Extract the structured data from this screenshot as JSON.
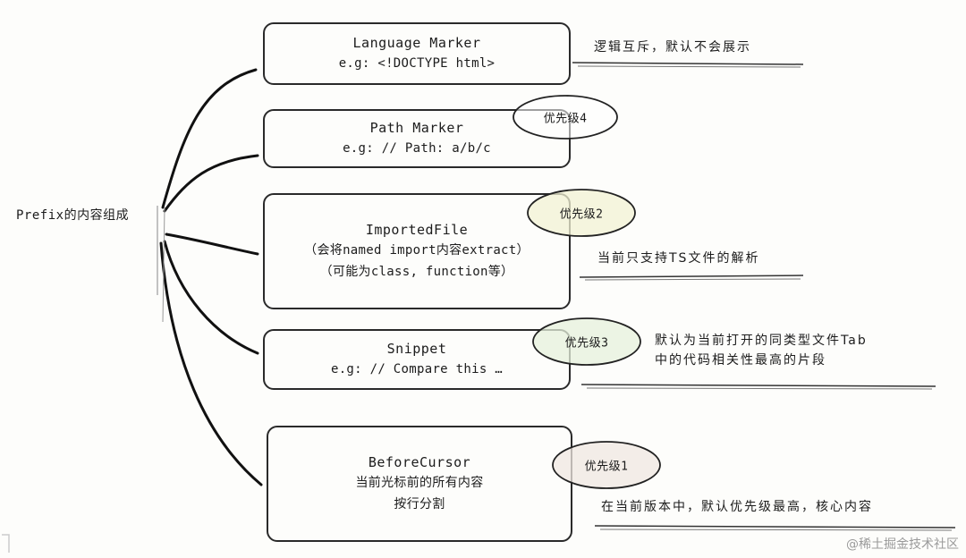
{
  "root": {
    "label": "Prefix的内容组成"
  },
  "nodes": [
    {
      "title": "Language Marker",
      "lines": [
        "e.g: <!DOCTYPE html>"
      ]
    },
    {
      "title": "Path Marker",
      "lines": [
        "e.g: // Path: a/b/c"
      ]
    },
    {
      "title": "ImportedFile",
      "lines": [
        "（会将named import内容extract）",
        "（可能为class, function等）"
      ]
    },
    {
      "title": "Snippet",
      "lines": [
        "e.g: // Compare this …"
      ]
    },
    {
      "title": "BeforeCursor",
      "lines": [
        "当前光标前的所有内容",
        "按行分割"
      ]
    }
  ],
  "priorities": [
    {
      "label": "优先级4",
      "fill": "#ffffff"
    },
    {
      "label": "优先级2",
      "fill": "#f2f2d4"
    },
    {
      "label": "优先级3",
      "fill": "#e6f0dc"
    },
    {
      "label": "优先级1",
      "fill": "#efe7e2"
    }
  ],
  "notes": [
    {
      "lines": [
        "逻辑互斥，默认不会展示"
      ]
    },
    {
      "lines": [
        "当前只支持TS文件的解析"
      ]
    },
    {
      "lines": [
        "默认为当前打开的同类型文件Tab",
        "中的代码相关性最高的片段"
      ]
    },
    {
      "lines": [
        "在当前版本中，默认优先级最高，核心内容"
      ]
    }
  ],
  "watermark": "@稀土掘金技术社区"
}
